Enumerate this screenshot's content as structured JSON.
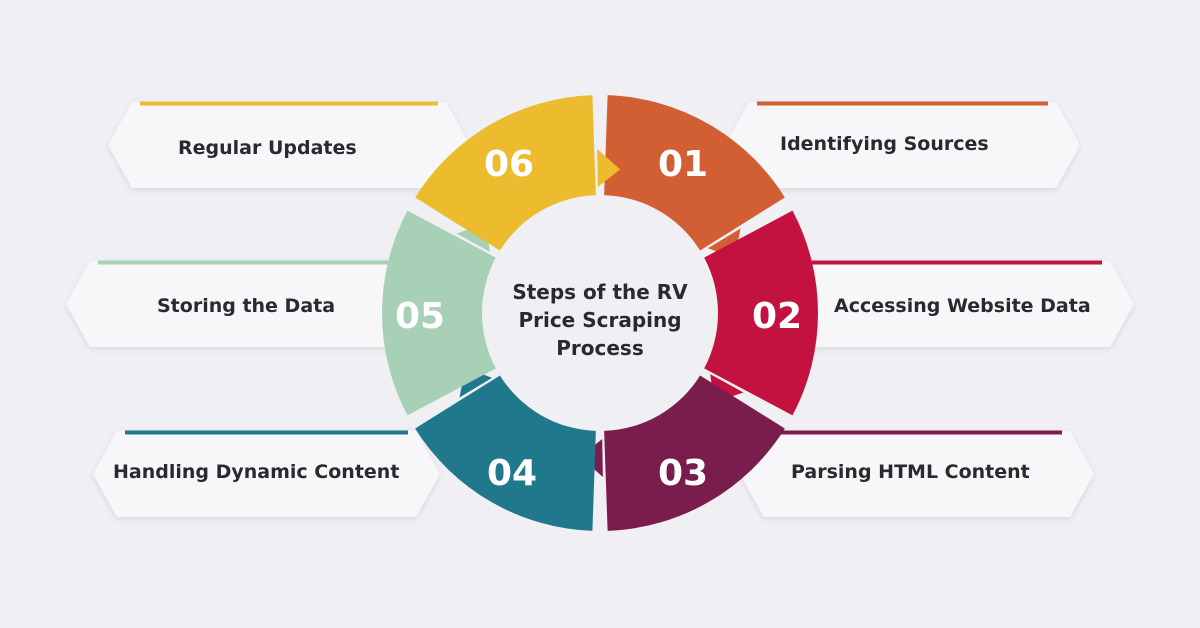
{
  "center": {
    "title_lines": [
      "Steps of the RV",
      "Price Scraping",
      "Process"
    ]
  },
  "steps": [
    {
      "number": "01",
      "label": "Identifying Sources",
      "color": "#d25f33"
    },
    {
      "number": "02",
      "label": "Accessing Website Data",
      "color": "#c3123f"
    },
    {
      "number": "03",
      "label": "Parsing HTML Content",
      "color": "#7b1d4c"
    },
    {
      "number": "04",
      "label": "Handling Dynamic Content",
      "color": "#1f788c"
    },
    {
      "number": "05",
      "label": "Storing the Data",
      "color": "#a8d0b6"
    },
    {
      "number": "06",
      "label": "Regular Updates",
      "color": "#ecbb2e"
    }
  ],
  "colors": {
    "background": "#efeff4",
    "banner_fill": "#f7f7f9",
    "text": "#2a2a2e"
  }
}
